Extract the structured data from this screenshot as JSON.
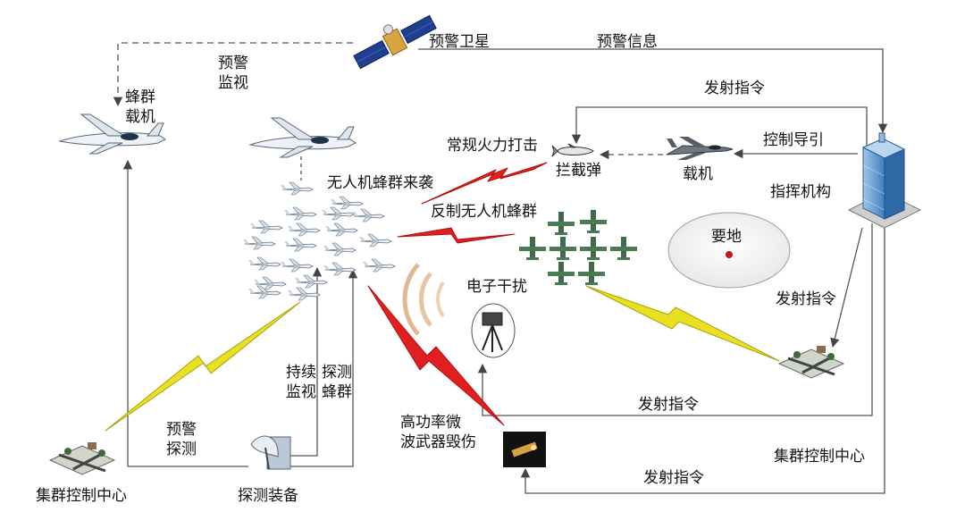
{
  "labels": {
    "warning_satellite": "预警卫星",
    "warning_info": "预警信息",
    "warning_monitor": "预警\n监视",
    "swarm_carrier": "蜂群\n载机",
    "launch_cmd_top": "发射指令",
    "conventional_fire": "常规火力打击",
    "control_guidance": "控制导引",
    "interceptor_missile": "拦截弹",
    "carrier_aircraft": "载机",
    "command_center": "指挥机构",
    "uav_swarm_attack": "无人机蜂群来袭",
    "counter_swarm": "反制无人机蜂群",
    "key_site": "要地",
    "ew_jamming": "电子干扰",
    "launch_cmd_right": "发射指令",
    "continuous_monitor": "持续\n监视",
    "detect_swarm": "探测\n蜂群",
    "launch_cmd_mid": "发射指令",
    "hpm_destroy": "高功率微\n波武器毁伤",
    "warning_detect": "预警\n探测",
    "cluster_control_left": "集群控制中心",
    "detection_equipment": "探测装备",
    "cluster_control_right": "集群控制中心",
    "launch_cmd_bottom": "发射指令"
  },
  "colors": {
    "line": "#555555",
    "red_bolt": "#e02020",
    "yellow_bolt": "#e8e020",
    "friendly_drone": "#3f6b4a",
    "key_site_dot": "#d01010"
  },
  "icons": [
    "satellite-icon",
    "aircraft-icon",
    "drone-swarm-icon",
    "friendly-swarm-icon",
    "interceptor-missile-icon",
    "fighter-jet-icon",
    "command-building-icon",
    "radar-icon",
    "jammer-icon",
    "hpm-weapon-icon",
    "control-center-icon"
  ]
}
